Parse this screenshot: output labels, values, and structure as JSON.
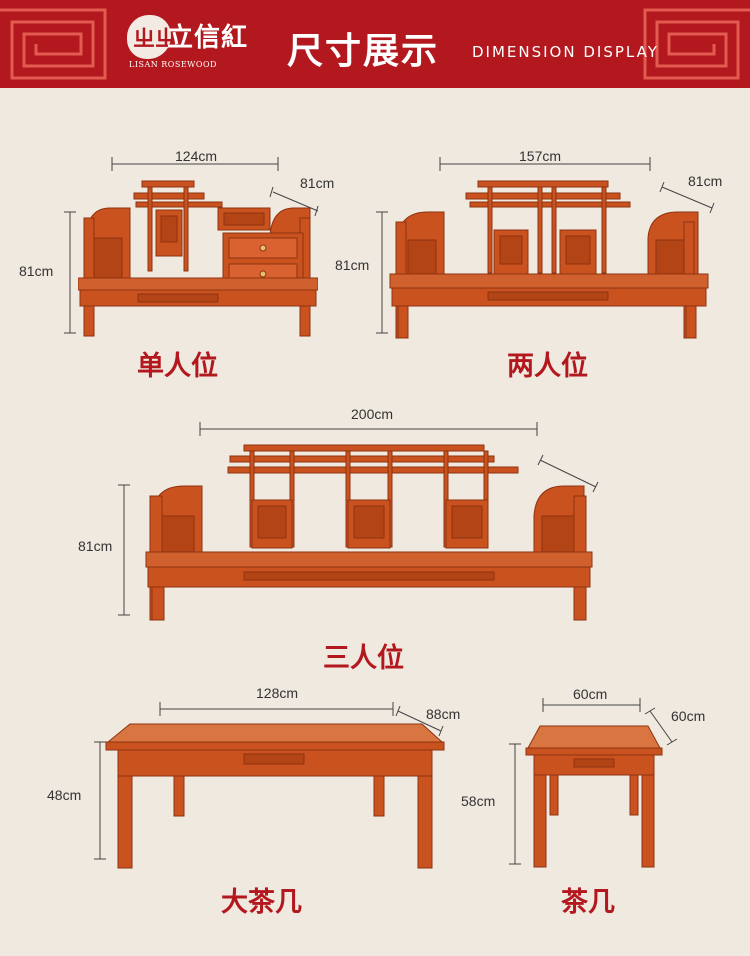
{
  "header": {
    "logo_mark": "ㄓㄓ",
    "logo_cn": "立信紅",
    "logo_en": "LISAN ROSEWOOD",
    "title_cn": "尺寸展示",
    "title_en": "DIMENSION DISPLAY"
  },
  "products": {
    "single": {
      "name": "单人位",
      "width": "124cm",
      "depth": "81cm",
      "height": "81cm"
    },
    "double": {
      "name": "两人位",
      "width": "157cm",
      "depth": "81cm",
      "height": "81cm"
    },
    "triple": {
      "name": "三人位",
      "width": "200cm",
      "height": "81cm"
    },
    "big_table": {
      "name": "大茶几",
      "width": "128cm",
      "depth": "88cm",
      "height": "48cm"
    },
    "small_table": {
      "name": "茶几",
      "width": "60cm",
      "depth": "60cm",
      "height": "58cm"
    }
  },
  "colors": {
    "brand_red": "#b3181e",
    "wood": "#c9521e",
    "wood_dark": "#8f3210",
    "background": "#efe9e0"
  }
}
